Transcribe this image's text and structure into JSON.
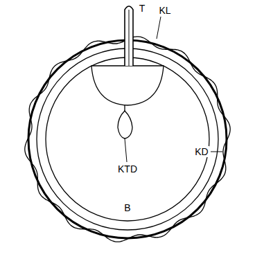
{
  "diagram": {
    "labels": [
      "T",
      "KL",
      "KD",
      "KTD",
      "B"
    ]
  }
}
